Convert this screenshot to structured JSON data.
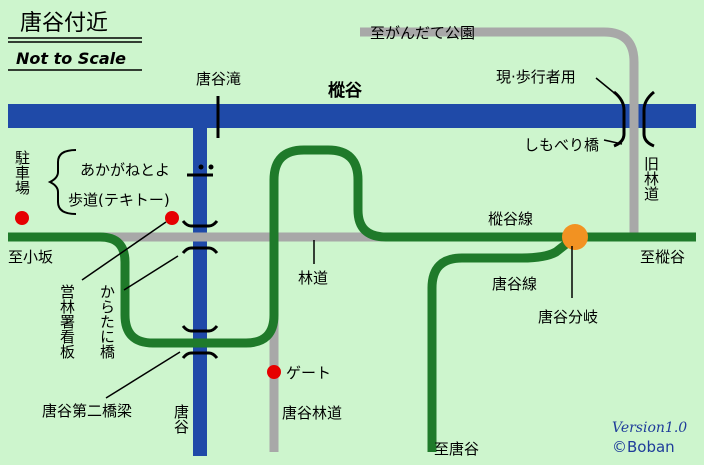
{
  "title": "唐谷付近",
  "subtitle": "Not to Scale",
  "version": "Version1.0",
  "copyright": "©Boban",
  "colors": {
    "background": "#cdf5cd",
    "river": "#1f4aa8",
    "rail": "#1f7a2a",
    "road": "#a8a8a8",
    "marker": "#e60000",
    "junction": "#f29222"
  },
  "labels": {
    "karatani_taki": "唐谷滝",
    "momitani_river": "樅谷",
    "to_gandate_park": "至がんだて公園",
    "pedestrian_bridge": "現·歩行者用",
    "shimoberi_bridge": "しもべり橋",
    "old_forest_road": "旧林道",
    "akaganetoyo": "あかがねとよ",
    "footpath": "歩道(テキトー)",
    "parking": "駐車場",
    "to_kosaka": "至小坂",
    "momitani_line": "樅谷線",
    "to_momitani": "至樅谷",
    "forest_road": "林道",
    "karatani_line": "唐谷線",
    "karatani_junction": "唐谷分岐",
    "forest_office_sign": "営林署看板",
    "karatani_bridge": "からたに橋",
    "gate": "ゲート",
    "karatani_second_bridge": "唐谷第二橋梁",
    "karatani_valley": "唐谷",
    "karatani_forest_road": "唐谷林道",
    "to_karatani": "至唐谷"
  }
}
